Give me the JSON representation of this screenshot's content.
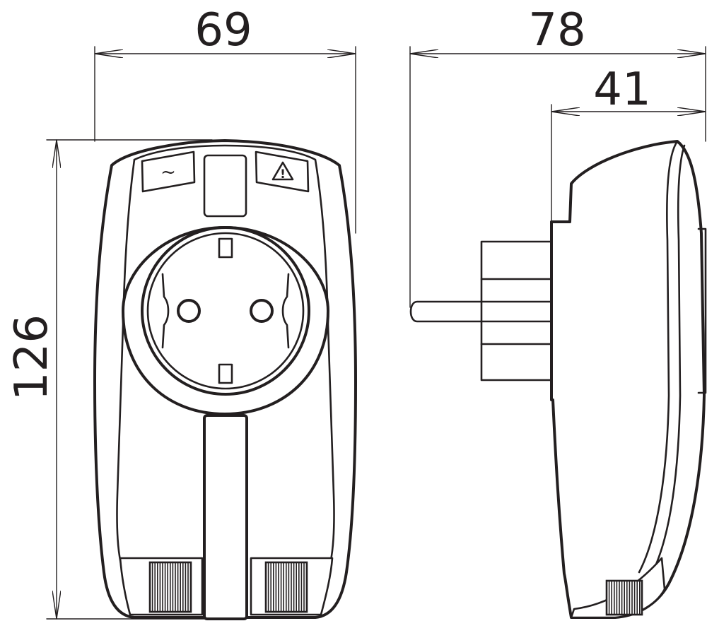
{
  "dimensions": {
    "front_width": "69",
    "side_depth_total": "78",
    "side_depth_body": "41",
    "height": "126"
  },
  "indicators": {
    "power_symbol": "~",
    "fault_symbol": "!"
  }
}
